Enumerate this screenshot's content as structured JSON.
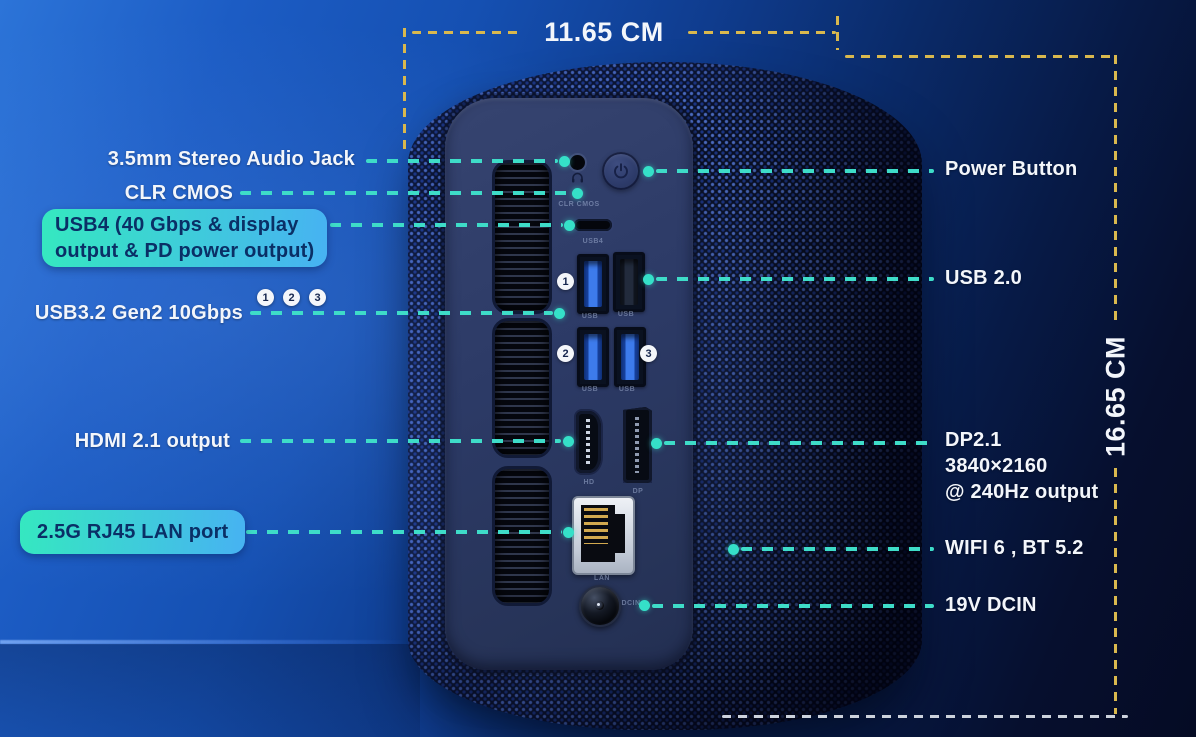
{
  "dimensions": {
    "width": "11.65 CM",
    "height": "16.65 CM"
  },
  "left_labels": {
    "audio_jack": "3.5mm Stereo Audio Jack",
    "clr_cmos": "CLR CMOS",
    "usb4_line1": "USB4 (40 Gbps & display",
    "usb4_line2": "output & PD power output)",
    "usb32": "USB3.2 Gen2 10Gbps",
    "hdmi": "HDMI 2.1 output",
    "lan": "2.5G RJ45 LAN port"
  },
  "right_labels": {
    "power": "Power Button",
    "usb20": "USB 2.0",
    "dp_line1": "DP2.1",
    "dp_line2": "3840×2160",
    "dp_line3": "@ 240Hz output",
    "wifi": "WIFI 6 , BT 5.2",
    "dcin": "19V DCIN"
  },
  "port_numbers": [
    "1",
    "2",
    "3"
  ],
  "panel_micro_labels": {
    "clr_cmos": "CLR CMOS",
    "usb4": "USB4",
    "usb": "USB",
    "hd": "HD",
    "dp": "DP",
    "lan": "LAN",
    "dcin": "DCIN"
  },
  "colors": {
    "callout_teal": "#3edcc8",
    "dimension_yellow": "#d9b84e",
    "highlight_gradient_start": "#35e8c0",
    "highlight_gradient_end": "#47b2f2",
    "highlight_text": "#0a2f66",
    "label_text": "#f3f6fb"
  }
}
